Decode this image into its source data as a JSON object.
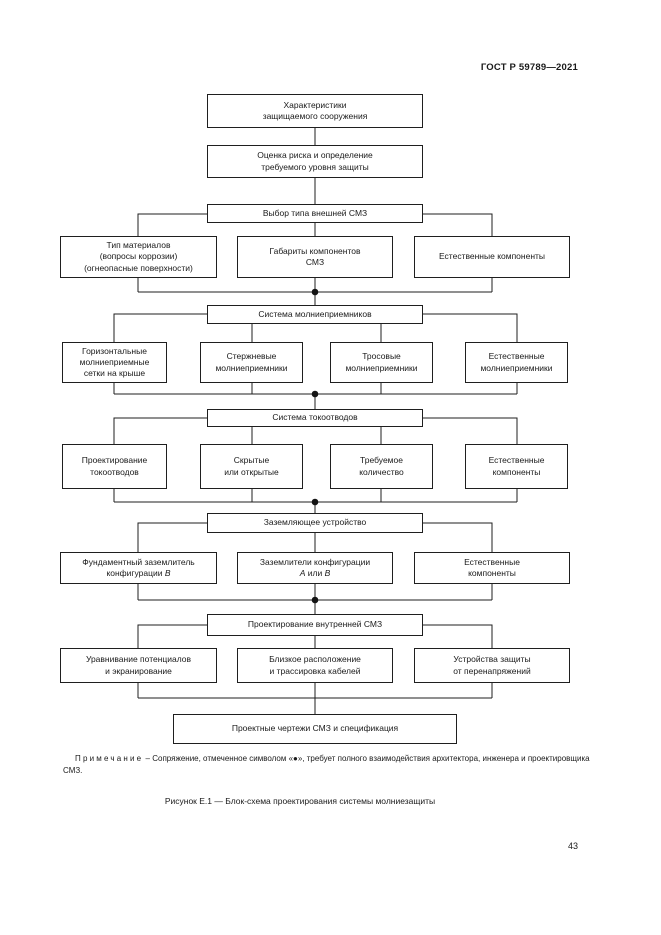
{
  "page": {
    "header": "ГОСТ Р 59789—2021",
    "page_number": "43",
    "note": {
      "label": "Примечание",
      "text": "– Сопряжение, отмеченное символом «●», требует полного взаимодействия архитектора, инженера и проектировщика СМЗ."
    },
    "caption": "Рисунок Е.1 — Блок-схема проектирования системы молниезащиты"
  },
  "diagram": {
    "junction_symbol": "●",
    "nodes": {
      "characteristics": {
        "l1": "Характеристики",
        "l2": "защищаемого сооружения"
      },
      "risk": {
        "l1": "Оценка риска и определение",
        "l2": "требуемого уровня защиты"
      },
      "external_type": {
        "l1": "Выбор типа внешней СМЗ"
      },
      "materials": {
        "l1": "Тип материалов",
        "l2": "(вопросы коррозии)",
        "l3": "(огнеопасные поверхности)"
      },
      "dimensions": {
        "l1": "Габариты компонентов",
        "l2": "СМЗ"
      },
      "natural_ext": {
        "l1": "Естественные компоненты"
      },
      "air_term": {
        "l1": "Система молниеприемников"
      },
      "mesh": {
        "l1": "Горизонтальные",
        "l2": "молниеприемные",
        "l3": "сетки на крыше"
      },
      "rods": {
        "l1": "Стержневые",
        "l2": "молниеприемники"
      },
      "catenary": {
        "l1": "Тросовые",
        "l2": "молниеприемники"
      },
      "natural_air": {
        "l1": "Естественные",
        "l2": "молниеприемники"
      },
      "down_cond": {
        "l1": "Система токоотводов"
      },
      "dc_design": {
        "l1": "Проектирование",
        "l2": "токоотводов"
      },
      "concealed": {
        "l1": "Скрытые",
        "l2": "или открытые"
      },
      "required_num": {
        "l1": "Требуемое",
        "l2": "количество"
      },
      "natural_dc": {
        "l1": "Естественные",
        "l2": "компоненты"
      },
      "earthing": {
        "l1": "Заземляющее устройство"
      },
      "foundation": {
        "l1": "Фундаментный заземлитель",
        "l2_prefix": "конфигурации",
        "l2_var": "B"
      },
      "electrodes": {
        "l1": "Заземлители конфигурации",
        "var_a": "A",
        "conj": "или",
        "var_b": "B"
      },
      "natural_earth": {
        "l1": "Естественные",
        "l2": "компоненты"
      },
      "internal": {
        "l1": "Проектирование внутренней СМЗ"
      },
      "bonding": {
        "l1": "Уравнивание потенциалов",
        "l2": "и экранирование"
      },
      "proximity": {
        "l1": "Близкое расположение",
        "l2": "и трассировка кабелей"
      },
      "surge": {
        "l1": "Устройства защиты",
        "l2": "от перенапряжений"
      },
      "drawings": {
        "l1": "Проектные чертежи СМЗ и спецификация"
      }
    }
  }
}
